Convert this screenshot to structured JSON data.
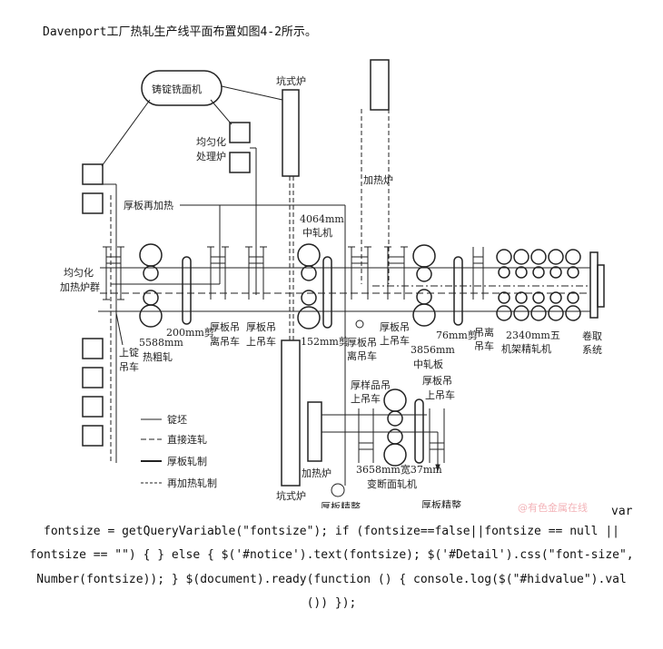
{
  "title": "Davenport工厂热轧生产线平面布置如图4-2所示。",
  "labels": {
    "milling": "铸锭铣面机",
    "pit_top": "坑式炉",
    "homog1": "均匀化",
    "homog2": "处理炉",
    "reheat_furnace": "加热炉",
    "plate_reheat": "厚板再加热",
    "mill4064a": "4064mm",
    "mill4064b": "中轧机",
    "group1": "均匀化",
    "group2": "加热炉群",
    "ingot_crane1": "上锭",
    "ingot_crane2": "吊车",
    "rough1": "5588mm",
    "rough2": "热粗轧",
    "shear200": "200mm剪",
    "crane_a1": "厚板吊",
    "crane_a2": "离吊车",
    "crane_b1": "厚板吊",
    "crane_b2": "上吊车",
    "shear152": "152mm剪",
    "crane_c1": "厚板吊",
    "crane_c2": "离吊车",
    "crane_d1": "厚板吊",
    "crane_d2": "上吊车",
    "mill3856a": "3856mm",
    "mill3856b": "中轧板",
    "shear76": "76mm剪",
    "crane_e1": "吊离",
    "crane_e2": "吊车",
    "finish1": "2340mm五",
    "finish2": "机架精轧机",
    "coil1": "卷取",
    "coil2": "系统",
    "sample1": "厚样品吊",
    "sample2": "上吊车",
    "crane_f1": "厚板吊",
    "crane_f2": "上吊车",
    "heat_furnace2": "加热炉",
    "pit_bottom": "坑式炉",
    "finishing1": "厚板精整",
    "mill3658a": "3658mm宽37mm",
    "mill3658b": "变断面轧机",
    "finishing2": "厚板精整"
  },
  "legend": [
    "锭坯",
    "直接连轧",
    "厚板轧制",
    "再加热轧制"
  ],
  "watermark": "@有色金属在线",
  "code": {
    "var": "var",
    "lines": [
      "fontsize = getQueryVariable(\"fontsize\"); if (fontsize==false||fontsize == null ||",
      "fontsize == \"\") { } else { $('#notice').text(fontsize); $('#Detail').css(\"font-size\",",
      "Number(fontsize)); } $(document).ready(function () { console.log($(\"#hidvalue\").val",
      "()) });"
    ]
  }
}
